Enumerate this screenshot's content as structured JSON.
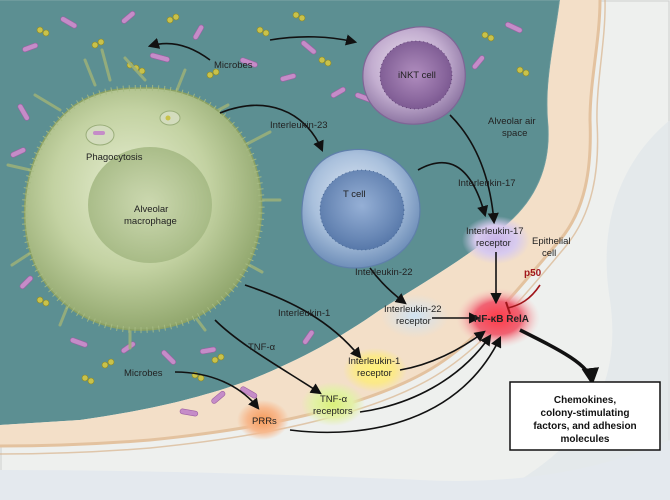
{
  "labels": {
    "microbes_top": "Microbes",
    "nkt_cell": "iNKT cell",
    "phagocytosis": "Phagocytosis",
    "interleukin_23": "Interleukin-23",
    "alveolar_air_space_1": "Alveolar air",
    "alveolar_air_space_2": "space",
    "alveolar_macrophage_1": "Alveolar",
    "alveolar_macrophage_2": "macrophage",
    "t_cell": "T cell",
    "interleukin_17": "Interleukin-17",
    "il17_receptor_1": "Interleukin-17",
    "il17_receptor_2": "receptor",
    "epithelial_cell_1": "Epithelial",
    "epithelial_cell_2": "cell",
    "interleukin_22": "Interleukin-22",
    "p50": "p50",
    "interleukin_1": "Interleukin-1",
    "il22_receptor_1": "Interleukin-22",
    "il22_receptor_2": "receptor",
    "nfkb_rela": "NF-κB RelA",
    "tnf_alpha": "TNF-α",
    "il1_receptor_1": "Interleukin-1",
    "il1_receptor_2": "receptor",
    "microbes_bottom": "Microbes",
    "tnf_receptors_1": "TNF-α",
    "tnf_receptors_2": "receptors",
    "prrs": "PRRs"
  },
  "output_box": {
    "line1": "Chemokines,",
    "line2": "colony-stimulating",
    "line3": "factors, and adhesion",
    "line4": "molecules"
  },
  "colors": {
    "air_space": "#5c8f92",
    "epithelium": "#f3dfc8",
    "macrophage": "#b9c99a",
    "t_cell": "#a8bed8",
    "nkt_cell": "#b9a3c4",
    "nfkb": "#ec2d3c",
    "arrow": "#111111"
  }
}
